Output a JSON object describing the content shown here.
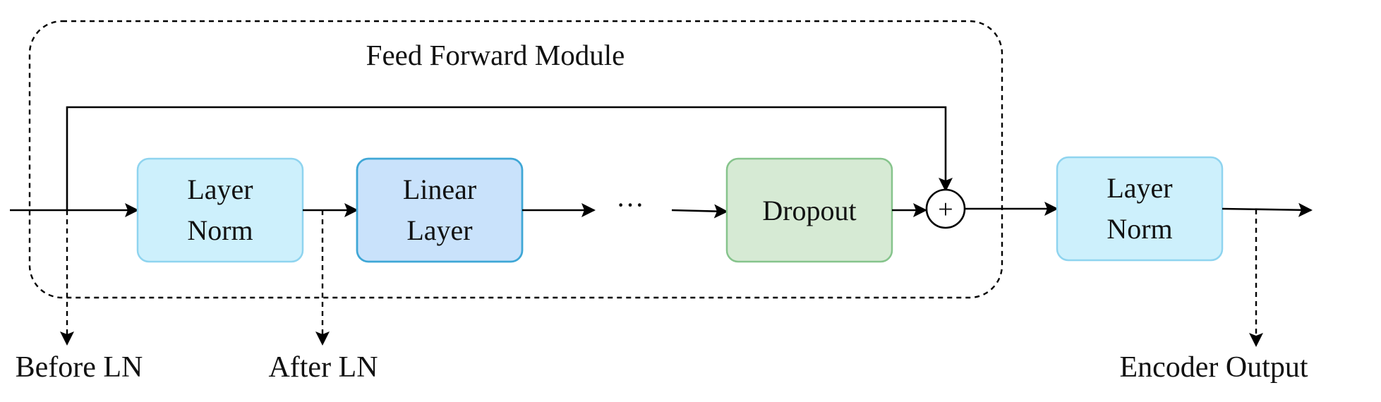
{
  "module": {
    "title": "Feed Forward Module"
  },
  "blocks": {
    "layer_norm_1": {
      "line1": "Layer",
      "line2": "Norm",
      "fill": "#cdf0fc",
      "stroke": "#8fd4ef"
    },
    "linear_layer": {
      "line1": "Linear",
      "line2": "Layer",
      "fill": "#c9e2fb",
      "stroke": "#3fa7d6"
    },
    "dropout": {
      "label": "Dropout",
      "fill": "#d6ead4",
      "stroke": "#86c48c"
    },
    "layer_norm_2": {
      "line1": "Layer",
      "line2": "Norm",
      "fill": "#cdf0fc",
      "stroke": "#8fd4ef"
    }
  },
  "ellipsis": "···",
  "sum_node": {
    "symbol": "+"
  },
  "taps": {
    "before_ln": "Before LN",
    "after_ln": "After LN",
    "encoder_output": "Encoder Output"
  },
  "colors": {
    "line": "#000000",
    "text": "#111111"
  }
}
